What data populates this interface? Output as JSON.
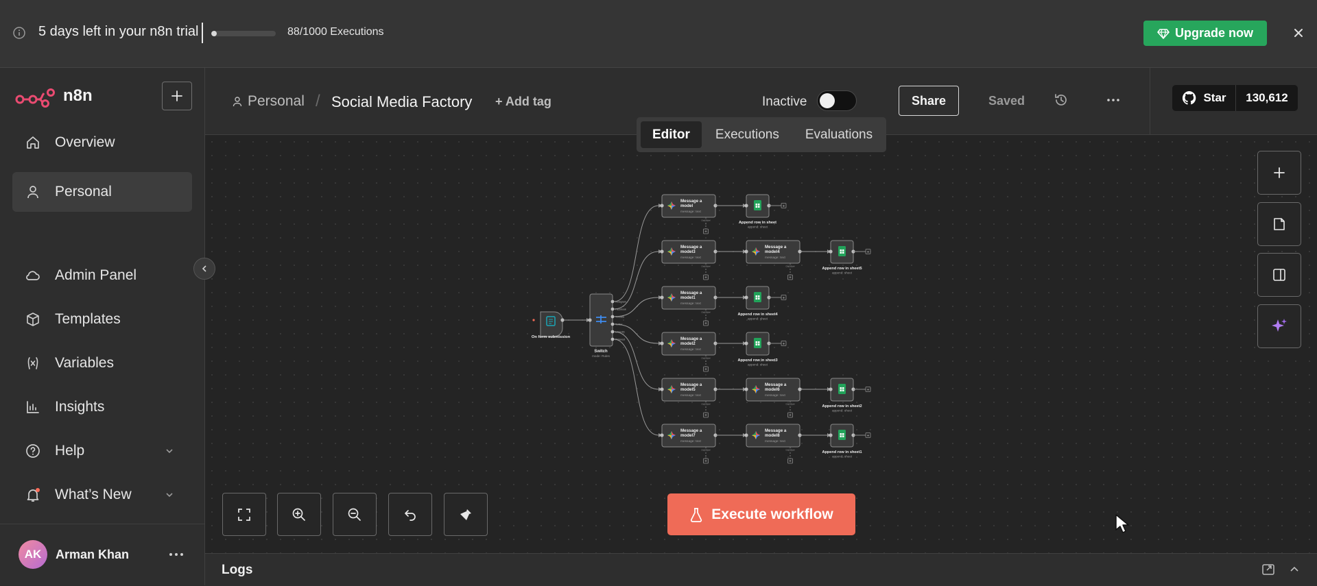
{
  "banner": {
    "trial_text": "5 days left in your n8n trial",
    "executions_text": "88/1000 Executions",
    "executions_used": 88,
    "executions_total": 1000,
    "upgrade_label": "Upgrade now",
    "accent": "#27a65c"
  },
  "sidebar": {
    "brand": "n8n",
    "brand_color": "#ea4b71",
    "items": [
      {
        "label": "Overview",
        "icon": "home-icon"
      },
      {
        "label": "Personal",
        "icon": "user-icon",
        "active": true
      },
      {
        "label": "Admin Panel",
        "icon": "cloud-icon"
      },
      {
        "label": "Templates",
        "icon": "box-icon"
      },
      {
        "label": "Variables",
        "icon": "variable-icon"
      },
      {
        "label": "Insights",
        "icon": "bar-chart-icon"
      },
      {
        "label": "Help",
        "icon": "help-circle-icon"
      },
      {
        "label": "What’s New",
        "icon": "bell-icon"
      }
    ],
    "user": {
      "initials": "AK",
      "name": "Arman Khan"
    }
  },
  "header": {
    "project": "Personal",
    "workflow_name": "Social Media Factory",
    "add_tag": "+ Add tag",
    "status_label": "Inactive",
    "active": false,
    "share_label": "Share",
    "saved_label": "Saved",
    "github_star_label": "Star",
    "github_star_count": "130,612"
  },
  "tabs": [
    "Editor",
    "Executions",
    "Evaluations"
  ],
  "active_tab": "Editor",
  "canvas": {
    "execute_label": "Execute workflow",
    "execute_color": "#ef6b57",
    "trigger": {
      "title": "On form submission"
    },
    "switch": {
      "title": "Switch",
      "subtitle": "mode: Rules",
      "outputs": [
        "Instagram",
        "Facebook",
        "Threads",
        "Twitter",
        "LinkedIn",
        "Pinterest"
      ]
    },
    "message_sub": "message: text",
    "sheet_sub": "append: sheet",
    "rows": [
      {
        "msg1": "Message a model",
        "msg2": "",
        "sheet": "Append row in sheet"
      },
      {
        "msg1": "Message a model3",
        "msg2": "Message a model4",
        "sheet": "Append row in sheet5"
      },
      {
        "msg1": "Message a model1",
        "msg2": "",
        "sheet": "Append row in sheet4"
      },
      {
        "msg1": "Message a model2",
        "msg2": "",
        "sheet": "Append row in sheet3"
      },
      {
        "msg1": "Message a model5",
        "msg2": "Message a model6",
        "sheet": "Append row in sheet2"
      },
      {
        "msg1": "Message a model7",
        "msg2": "Message a model8",
        "sheet": "Append row in sheet1"
      }
    ]
  },
  "logs": {
    "title": "Logs"
  }
}
